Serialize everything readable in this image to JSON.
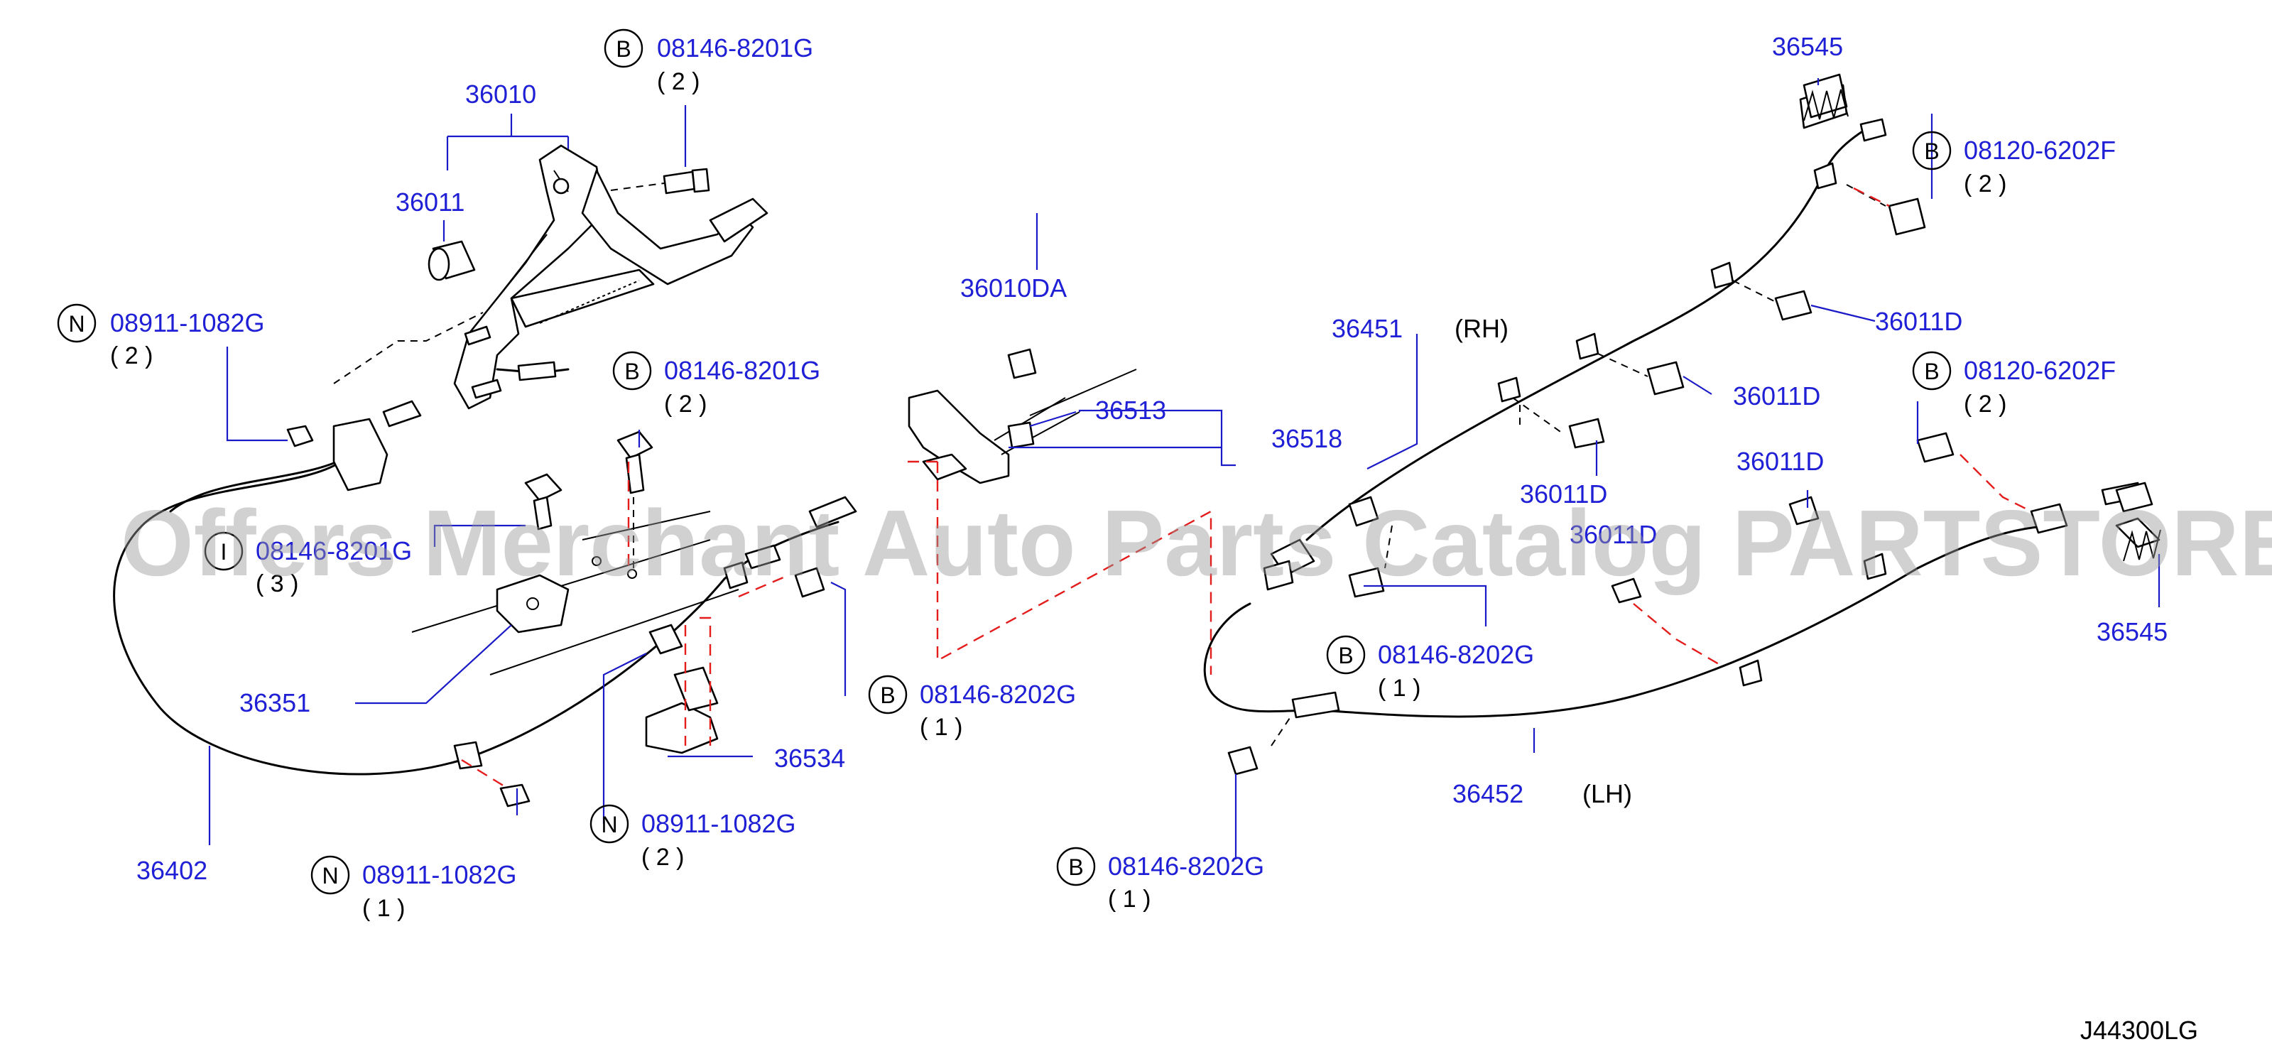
{
  "diagram_code": "J44300LG",
  "watermark": "Offers Merchant Auto Parts Catalog PARTSTORE.SA",
  "side_labels": {
    "rh": "(RH)",
    "lh": "(LH)"
  },
  "symbols": {
    "b": "B",
    "n": "N"
  },
  "parts": {
    "p36010": "36010",
    "p36011": "36011",
    "p36351": "36351",
    "p36402": "36402",
    "p36010da": "36010DA",
    "p36513": "36513",
    "p36518": "36518",
    "p36534": "36534",
    "p36451": "36451",
    "p36452": "36452",
    "p36545_top": "36545",
    "p36545_bottom": "36545",
    "p36011d_a": "36011D",
    "p36011d_b": "36011D",
    "p36011d_c": "36011D",
    "p36011d_d": "36011D",
    "p36011d_e": "36011D"
  },
  "callouts": {
    "b_8201g_top": {
      "number": "08146-8201G",
      "qty": "( 2 )"
    },
    "n_1082g_left": {
      "number": "08911-1082G",
      "qty": "( 2 )"
    },
    "b_8201g_mid": {
      "number": "08146-8201G",
      "qty": "( 2 )"
    },
    "i_8201g": {
      "number": "08146-8201G",
      "qty": "( 3 )"
    },
    "b_8202g_center": {
      "number": "08146-8202G",
      "qty": "( 1 )"
    },
    "n_1082g_center": {
      "number": "08911-1082G",
      "qty": "( 2 )"
    },
    "n_1082g_bottom": {
      "number": "08911-1082G",
      "qty": "( 1 )"
    },
    "b_8202g_bottom": {
      "number": "08146-8202G",
      "qty": "( 1 )"
    },
    "b_8202g_right": {
      "number": "08146-8202G",
      "qty": "( 1 )"
    },
    "b_6202f_top": {
      "number": "08120-6202F",
      "qty": "( 2 )"
    },
    "b_6202f_mid": {
      "number": "08120-6202F",
      "qty": "( 2 )"
    }
  },
  "colors": {
    "part_number": "#1f1fd6",
    "leader": "#1a1ac8",
    "dashed_red": "#e41c1c",
    "drawing": "#000000",
    "watermark": "#9a9a9a"
  }
}
